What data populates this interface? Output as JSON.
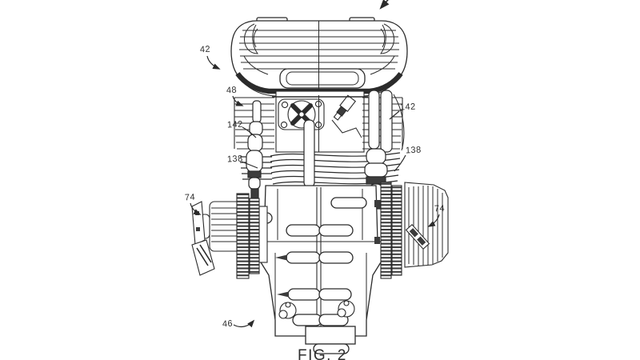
{
  "figure": {
    "caption": "FIG. 2"
  },
  "callouts": [
    {
      "ref": "42"
    },
    {
      "ref": "48"
    },
    {
      "ref": "142"
    },
    {
      "ref": "138"
    },
    {
      "ref": "142"
    },
    {
      "ref": "138"
    },
    {
      "ref": "74"
    },
    {
      "ref": "74"
    },
    {
      "ref": "46"
    }
  ],
  "colors": {
    "line": "#2b2b2b",
    "background": "#ffffff"
  }
}
